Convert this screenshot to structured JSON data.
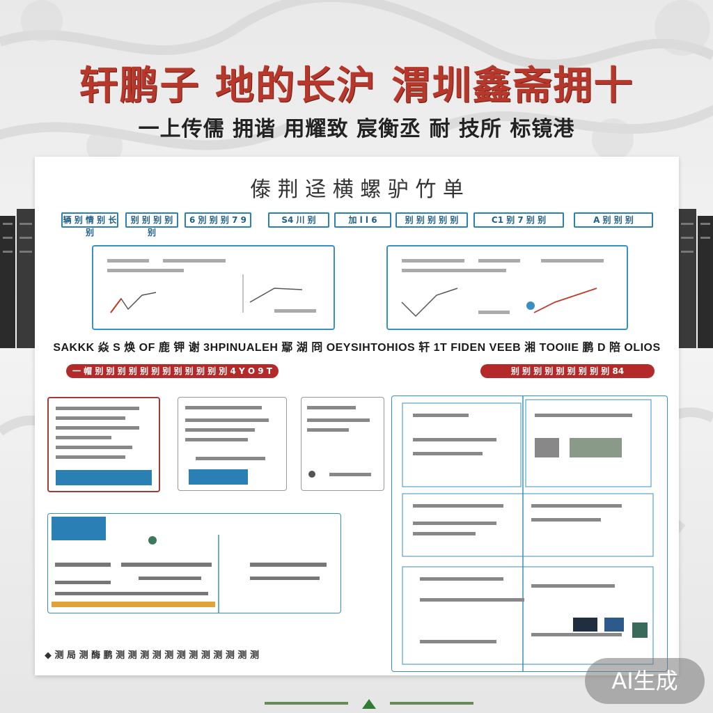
{
  "title": "轩鹏子 地的长沪 渭圳鑫斋拥十",
  "subtitle": "一上传儒 拥谐 用耀致 宸衡丞 耐 技所 标镜港",
  "poster": {
    "title": "傣 荆 迳 横 螺 驴 竹 单",
    "chips": [
      "辆 别 情 别 长 别",
      "别 别 别 别 别",
      "6 別 别 别 7 9",
      "S4 川 别",
      "加 l l 6",
      "别 别 别 别 别",
      "C1 别 7 别 别",
      "A 别 别 别"
    ],
    "banner": "SAKKK 焱 S 焕 OF 鹿 钾 谢 3HPINUALEH 鄢 湖 冏 OEYSIHTOHIOS 轩 1T FIDEN VEEB 湘 TOOIIE 鹏 D 陪 OLIOS",
    "red_pill_left": "一 帽 别 别 别 别 别 别 别 别 别 别 别 別 4 Y O 9 T",
    "red_pill_right": "别 别 别 别 别 别 别 别 别 84",
    "bottom_text": "◆ 测 局 测 酶 鹏 测 测 测 测 测 测 测 测 测 测 测 测"
  },
  "watermark": "AI生成",
  "colors": {
    "title_red": "#b7372a",
    "panel_blue": "#3a8fc0",
    "pill_red": "#b42a2a"
  }
}
